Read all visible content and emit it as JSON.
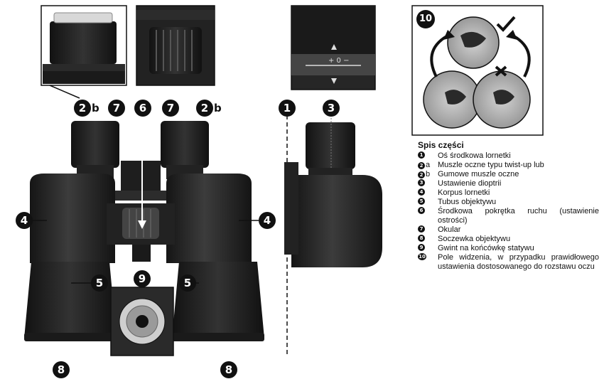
{
  "callouts": {
    "c2b_left": "2",
    "c2b_right": "2",
    "c2b_suffix": "b",
    "c7_left": "7",
    "c7_right": "7",
    "c6": "6",
    "c1": "1",
    "c3": "3",
    "c4_left": "4",
    "c4_right": "4",
    "c5_left": "5",
    "c5_right": "5",
    "c9": "9",
    "c8_left": "8",
    "c8_right": "8",
    "c10": "10"
  },
  "legend": {
    "title": "Spis części",
    "items": [
      {
        "marker": "1",
        "suffix": "",
        "text": "Oś środkowa lornetki"
      },
      {
        "marker": "2",
        "suffix": "a",
        "text": "Muszle oczne typu twist-up lub"
      },
      {
        "marker": "2",
        "suffix": "b",
        "text": "Gumowe muszle oczne"
      },
      {
        "marker": "3",
        "suffix": "",
        "text": "Ustawienie dioptrii"
      },
      {
        "marker": "4",
        "suffix": "",
        "text": "Korpus lornetki"
      },
      {
        "marker": "5",
        "suffix": "",
        "text": "Tubus objektywu"
      },
      {
        "marker": "6",
        "suffix": "",
        "text": "Środkowa pokrętka ruchu (ustawienie ostrości)"
      },
      {
        "marker": "7",
        "suffix": "",
        "text": "Okular"
      },
      {
        "marker": "8",
        "suffix": "",
        "text": "Soczewka objektywu"
      },
      {
        "marker": "9",
        "suffix": "",
        "text": "Gwint na końcówkę statywu"
      },
      {
        "marker": "10",
        "suffix": "",
        "text": "Pole widzenia, w przypadku prawidłowego ustawienia dostosowanego do rozstawu oczu"
      }
    ]
  },
  "colors": {
    "body": "#1d1d1d",
    "bodyLight": "#3a3a3a",
    "outline": "#111111",
    "sky": "#b9b9b9"
  }
}
